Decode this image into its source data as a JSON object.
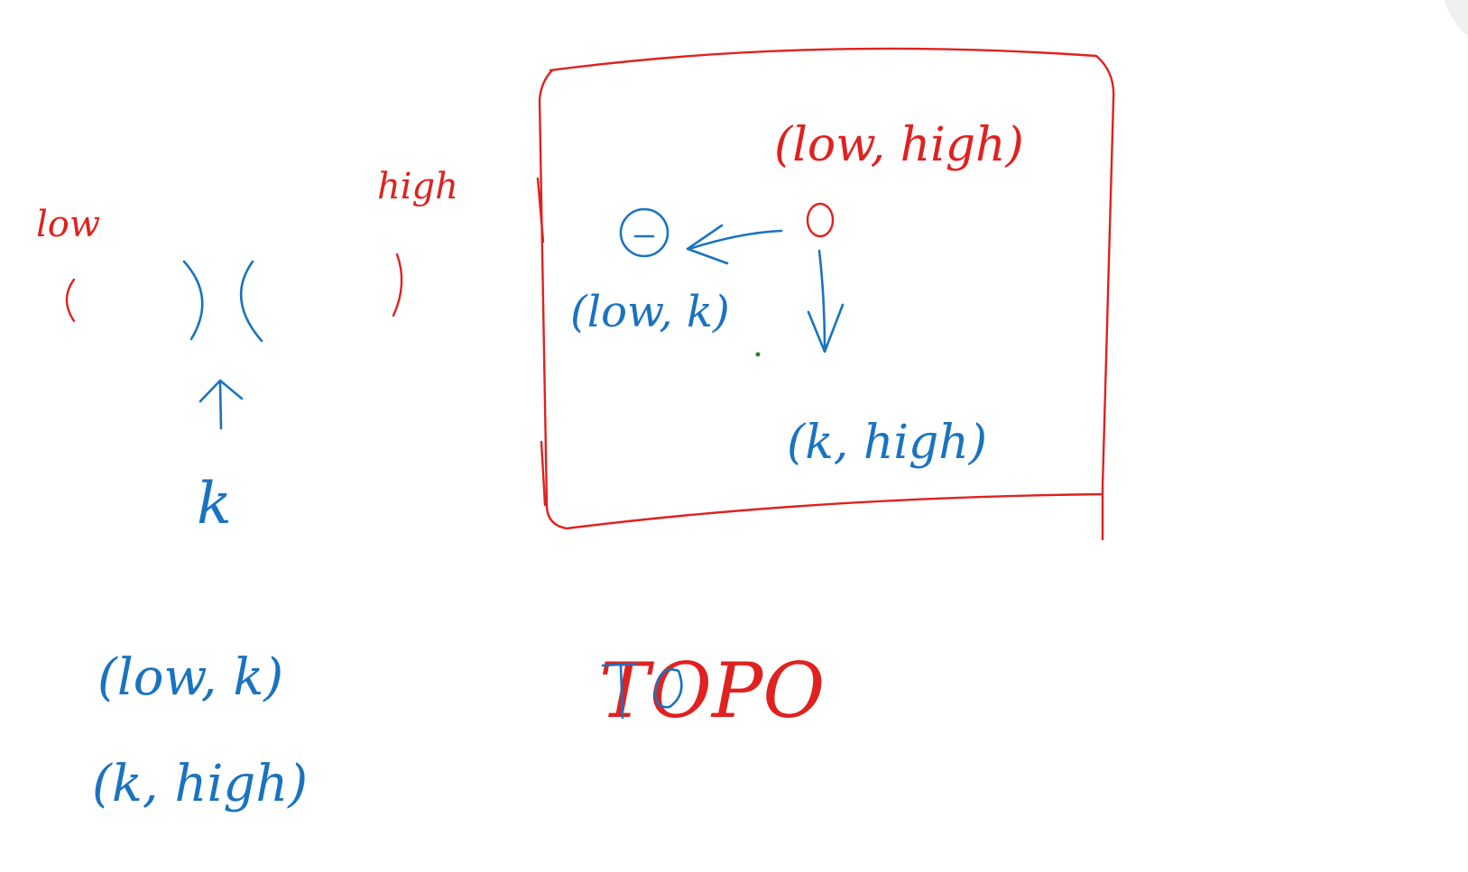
{
  "colors": {
    "red_ink": "#e0211f",
    "blue_ink": "#1a73c0",
    "background": "#ffffff"
  },
  "left": {
    "low_label": "low",
    "high_label": "high",
    "k_label": "k",
    "interval_1": "(low, k)",
    "interval_2": "(k, high)"
  },
  "box": {
    "root_label": "(low, high)",
    "left_child_label": "(low, k)",
    "right_child_label": "(k, high)"
  },
  "topo_label": "TOPO"
}
